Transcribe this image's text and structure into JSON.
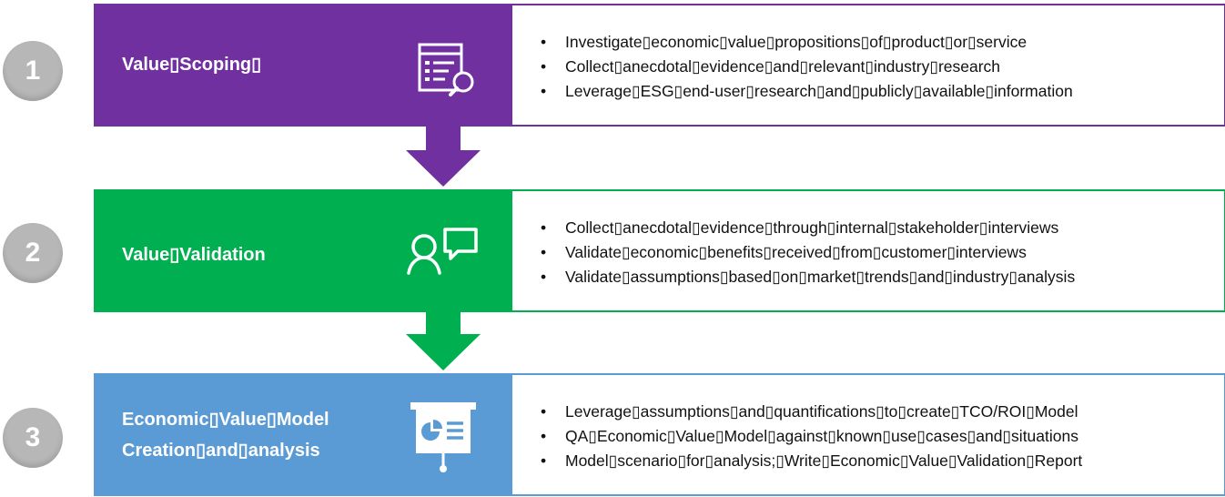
{
  "colors": {
    "step1": "#7030a0",
    "step2": "#00b050",
    "step3": "#5b9bd5",
    "number_circle": "#b7b7b7"
  },
  "steps": [
    {
      "number": "1",
      "title_lines": [
        "Value▯Scoping▯"
      ],
      "icon": "report-search-icon",
      "bullets": [
        "Investigate▯economic▯value▯propositions▯of▯product▯or▯service",
        "Collect▯anecdotal▯evidence▯and▯relevant▯industry▯research",
        "Leverage▯ESG▯end-user▯research▯and▯publicly▯available▯information"
      ]
    },
    {
      "number": "2",
      "title_lines": [
        "Value▯Validation"
      ],
      "icon": "user-chat-icon",
      "bullets": [
        "Collect▯anecdotal▯evidence▯through▯internal▯stakeholder▯interviews",
        "Validate▯economic▯benefits▯received▯from▯customer▯interviews",
        "Validate▯assumptions▯based▯on▯market▯trends▯and▯industry▯analysis"
      ]
    },
    {
      "number": "3",
      "title_lines": [
        "Economic▯Value▯Model",
        "Creation▯and▯analysis"
      ],
      "icon": "presentation-chart-icon",
      "bullets": [
        "Leverage▯assumptions▯and▯quantifications▯to▯create▯TCO/ROI▯Model",
        "QA▯Economic▯Value▯Model▯against▯known▯use▯cases▯and▯situations",
        "Model▯scenario▯for▯analysis;▯Write▯Economic▯Value▯Validation▯Report"
      ]
    }
  ]
}
